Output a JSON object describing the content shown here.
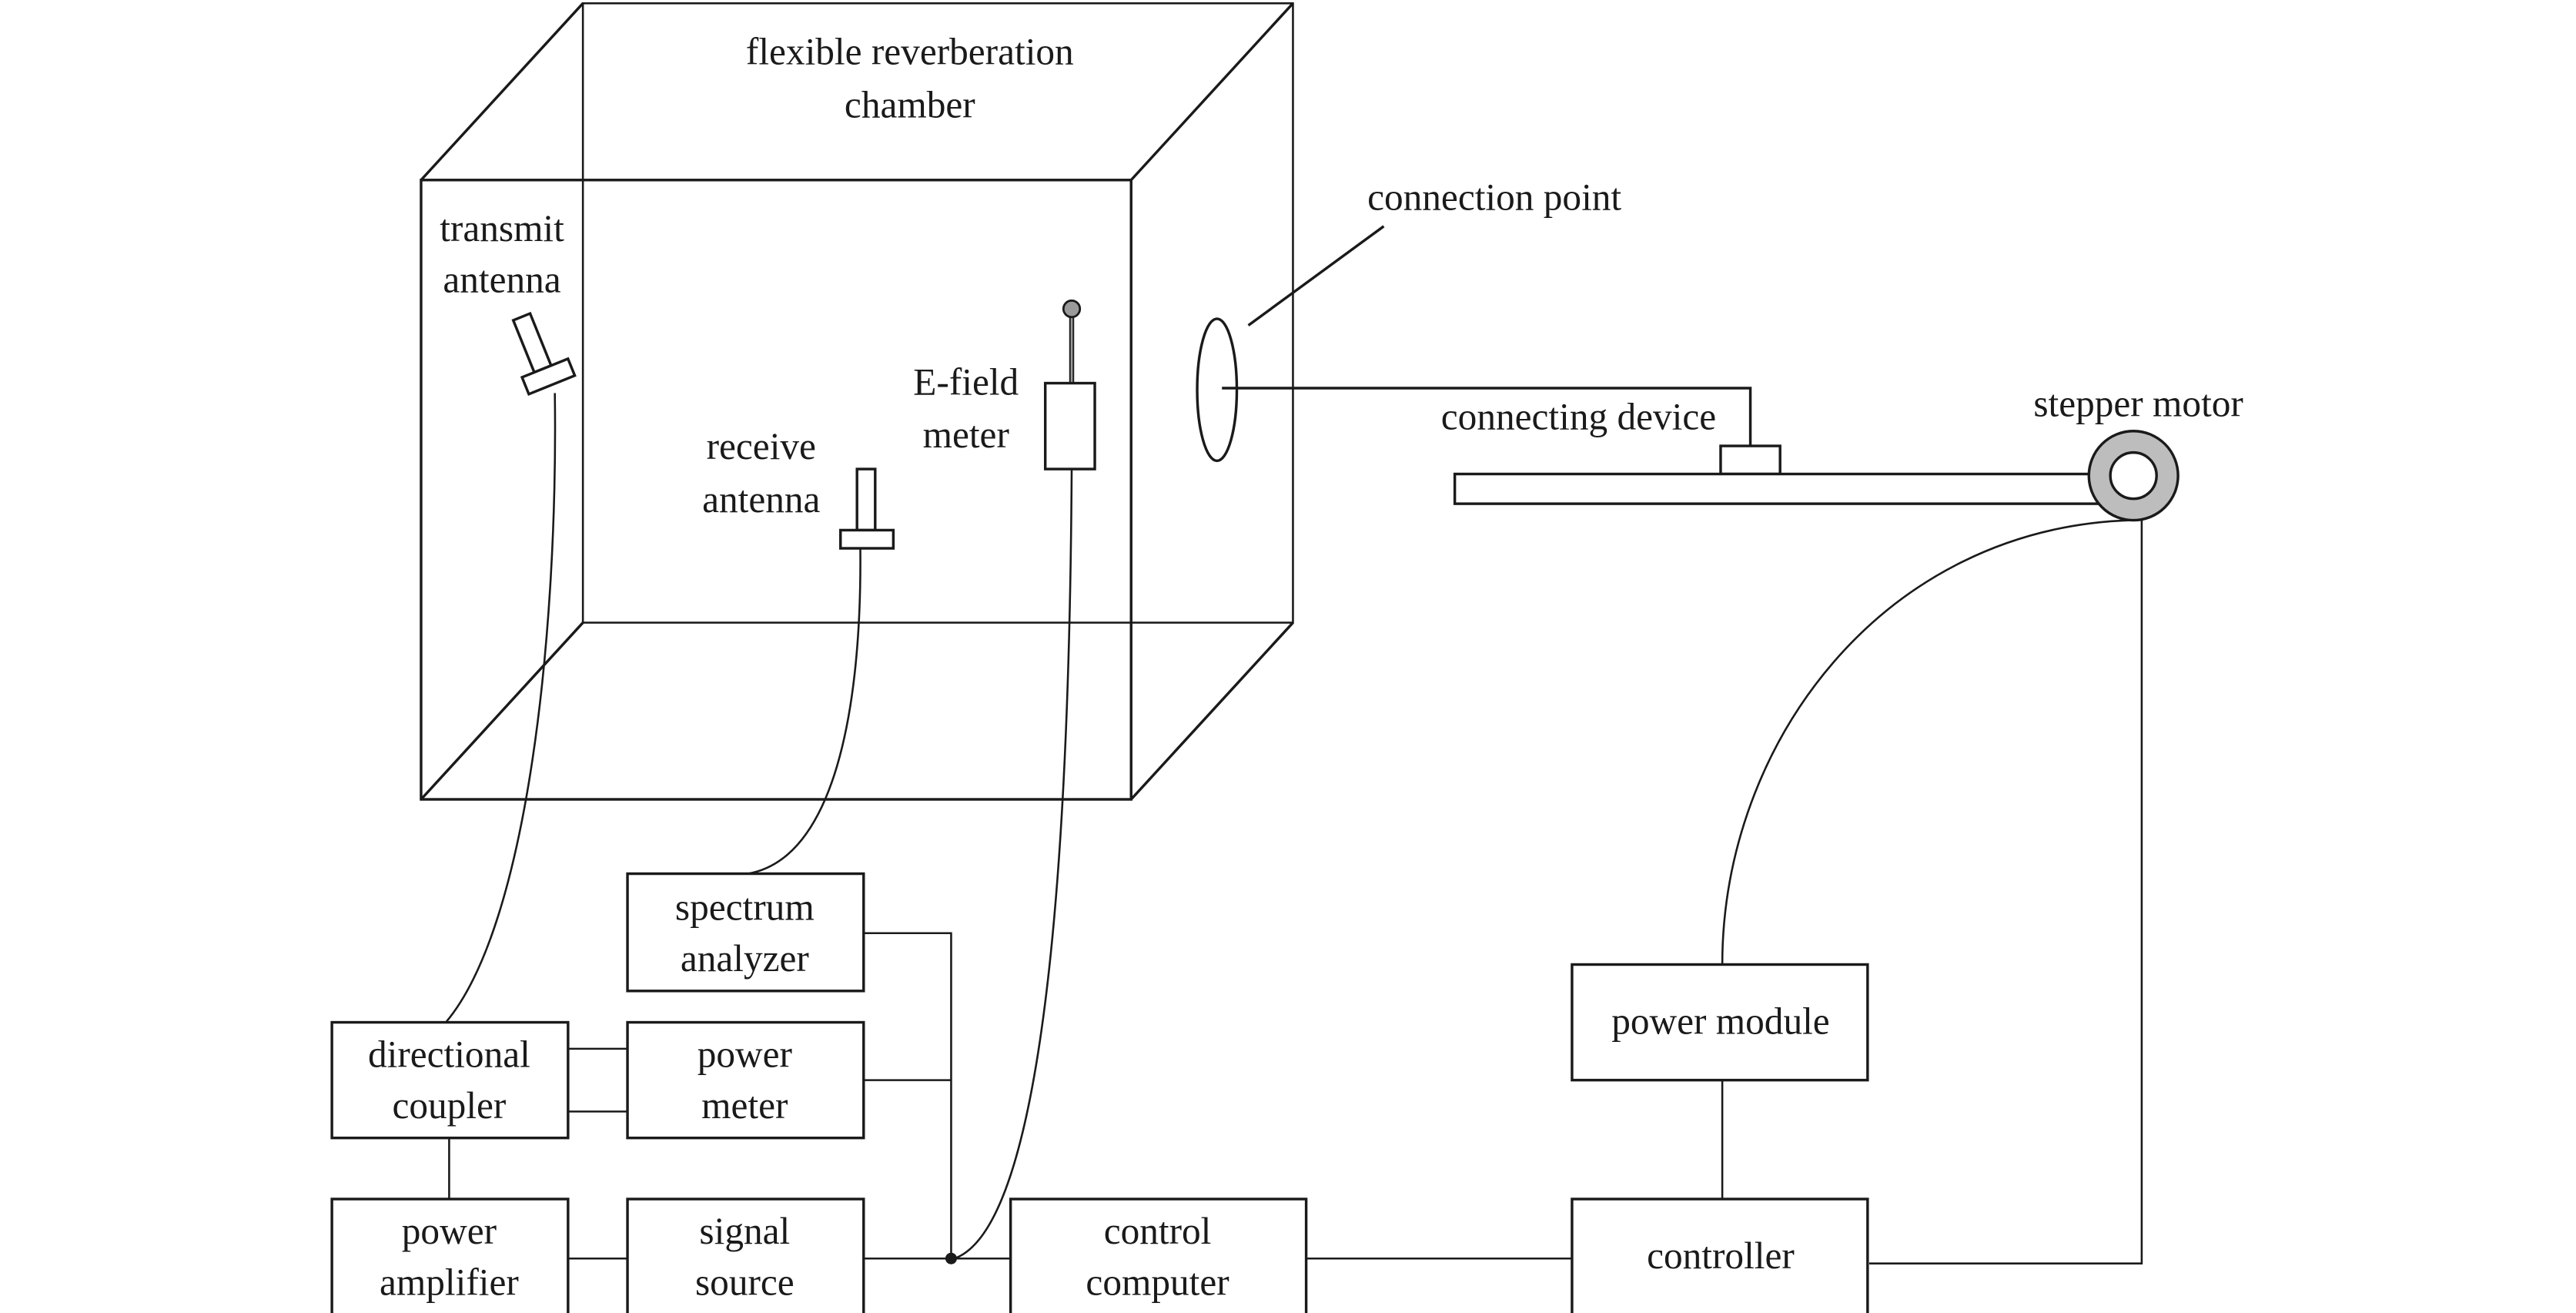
{
  "diagram": {
    "chamber": {
      "title_line1": "flexible reverberation",
      "title_line2": "chamber"
    },
    "labels": {
      "transmit_antenna": [
        "transmit",
        "antenna"
      ],
      "receive_antenna": [
        "receive",
        "antenna"
      ],
      "efield_meter": [
        "E-field",
        "meter"
      ],
      "connection_point": "connection point",
      "connecting_device": "connecting device",
      "stepper_motor": "stepper motor"
    },
    "blocks": {
      "spectrum_analyzer": [
        "spectrum",
        "analyzer"
      ],
      "directional_coupler": [
        "directional",
        "coupler"
      ],
      "power_meter": [
        "power",
        "meter"
      ],
      "power_amplifier": [
        "power",
        "amplifier"
      ],
      "signal_source": [
        "signal",
        "source"
      ],
      "control_computer": [
        "control",
        "computer"
      ],
      "power_module": "power module",
      "controller": "controller"
    },
    "colors": {
      "line": "#1a1a1a",
      "motor_ring": "#bdbdbd",
      "efield_probe": "#9a9a9a"
    }
  }
}
